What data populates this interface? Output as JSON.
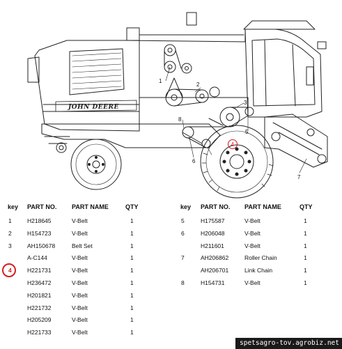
{
  "diagram": {
    "brand_text": "JOHN DEERE",
    "callouts": [
      "1",
      "2",
      "3",
      "4",
      "5",
      "6",
      "7",
      "8"
    ]
  },
  "table": {
    "headers": {
      "key": "key",
      "part_no": "PART NO.",
      "part_name": "PART NAME",
      "qty": "QTY"
    },
    "left_rows": [
      {
        "key": "1",
        "part_no": "H218645",
        "part_name": "V-Belt",
        "qty": "1"
      },
      {
        "key": "2",
        "part_no": "H154723",
        "part_name": "V-Belt",
        "qty": "1"
      },
      {
        "key": "3",
        "part_no": "AH150678",
        "part_name": "Belt Set",
        "qty": "1"
      },
      {
        "key": "",
        "part_no": "A-C144",
        "part_name": "V-Belt",
        "qty": "1"
      },
      {
        "key": "4",
        "part_no": "H221731",
        "part_name": "V-Belt",
        "qty": "1"
      },
      {
        "key": "",
        "part_no": "H236472",
        "part_name": "V-Belt",
        "qty": "1"
      },
      {
        "key": "",
        "part_no": "H201821",
        "part_name": "V-Belt",
        "qty": "1"
      },
      {
        "key": "",
        "part_no": "H221732",
        "part_name": "V-Belt",
        "qty": "1"
      },
      {
        "key": "",
        "part_no": "H205209",
        "part_name": "V-Belt",
        "qty": "1"
      },
      {
        "key": "",
        "part_no": "H221733",
        "part_name": "V-Belt",
        "qty": "1"
      }
    ],
    "right_rows": [
      {
        "key": "5",
        "part_no": "H175587",
        "part_name": "V-Belt",
        "qty": "1"
      },
      {
        "key": "6",
        "part_no": "H206048",
        "part_name": "V-Belt",
        "qty": "1"
      },
      {
        "key": "",
        "part_no": "H211601",
        "part_name": "V-Belt",
        "qty": "1"
      },
      {
        "key": "7",
        "part_no": "AH206862",
        "part_name": "Roller Chain",
        "qty": "1"
      },
      {
        "key": "",
        "part_no": "AH206701",
        "part_name": "Link Chain",
        "qty": "1"
      },
      {
        "key": "8",
        "part_no": "H154731",
        "part_name": "V-Belt",
        "qty": "1"
      }
    ],
    "highlight_key": "4",
    "highlight_color": "#d41e1e"
  },
  "watermark": {
    "text": "spetsagro-tov.agrobiz.net"
  }
}
